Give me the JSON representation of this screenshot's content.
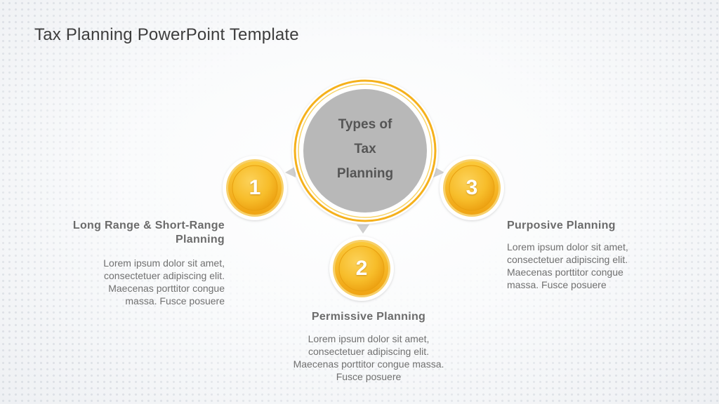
{
  "slide": {
    "title": "Tax Planning PowerPoint Template"
  },
  "center": {
    "line1": "Types of",
    "line2": "Tax",
    "line3": "Planning"
  },
  "items": [
    {
      "number": "1",
      "heading_line1": "Long Range & Short-Range",
      "heading_line2": "Planning",
      "body_lines": [
        "Lorem ipsum dolor sit amet,",
        "consectetuer adipiscing elit.",
        "Maecenas porttitor congue",
        "massa. Fusce posuere"
      ]
    },
    {
      "number": "2",
      "heading_line1": "Permissive Planning",
      "body_lines": [
        "Lorem ipsum dolor sit amet,",
        "consectetuer adipiscing elit.",
        "Maecenas porttitor congue massa.",
        "Fusce posuere"
      ]
    },
    {
      "number": "3",
      "heading_line1": "Purposive Planning",
      "body_lines": [
        "Lorem ipsum dolor sit amet,",
        "consectetuer adipiscing elit.",
        "Maecenas porttitor congue",
        "massa. Fusce posuere"
      ]
    }
  ],
  "colors": {
    "accent_gold": "#f5b11c",
    "accent_gold_light": "#fcd25a",
    "center_gray": "#b8b8b8",
    "text_dark": "#3d3d3d",
    "text_gray": "#707070"
  }
}
